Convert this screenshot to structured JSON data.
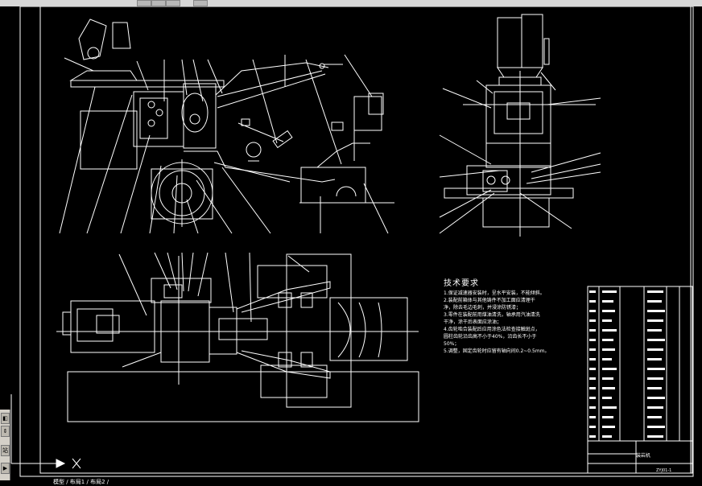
{
  "notes": {
    "title": "技术要求",
    "lines": [
      "1.保证减速器安装时，呈水平安装，不能倾斜。",
      "2.装配前箱体与其他铸件不加工面应清理干",
      "净，除去毛边毛刺，并浸涂防锈漆；",
      "3.零件在装配前用煤油清洗，轴承用汽油清洗",
      "干净，涂干后表面应涂油；",
      "4.齿轮啮合装配后应用涂色法检查接触斑点，",
      "圆柱齿轮沿齿高不小于40%，沿齿长不小于",
      "50%；",
      "5.调整，固定齿轮时应留有轴向间0.2~0.5mm。"
    ]
  },
  "titleblock": {
    "name": "装岩机",
    "code": "ZYJ01-1"
  },
  "palette": {
    "items": [
      "◧",
      "⇕",
      "站",
      "▶"
    ]
  },
  "cmdline": {
    "text": "模型 / 布局1 / 布局2 /"
  },
  "colors": {
    "background": "#000000",
    "lines": "#ffffff"
  }
}
